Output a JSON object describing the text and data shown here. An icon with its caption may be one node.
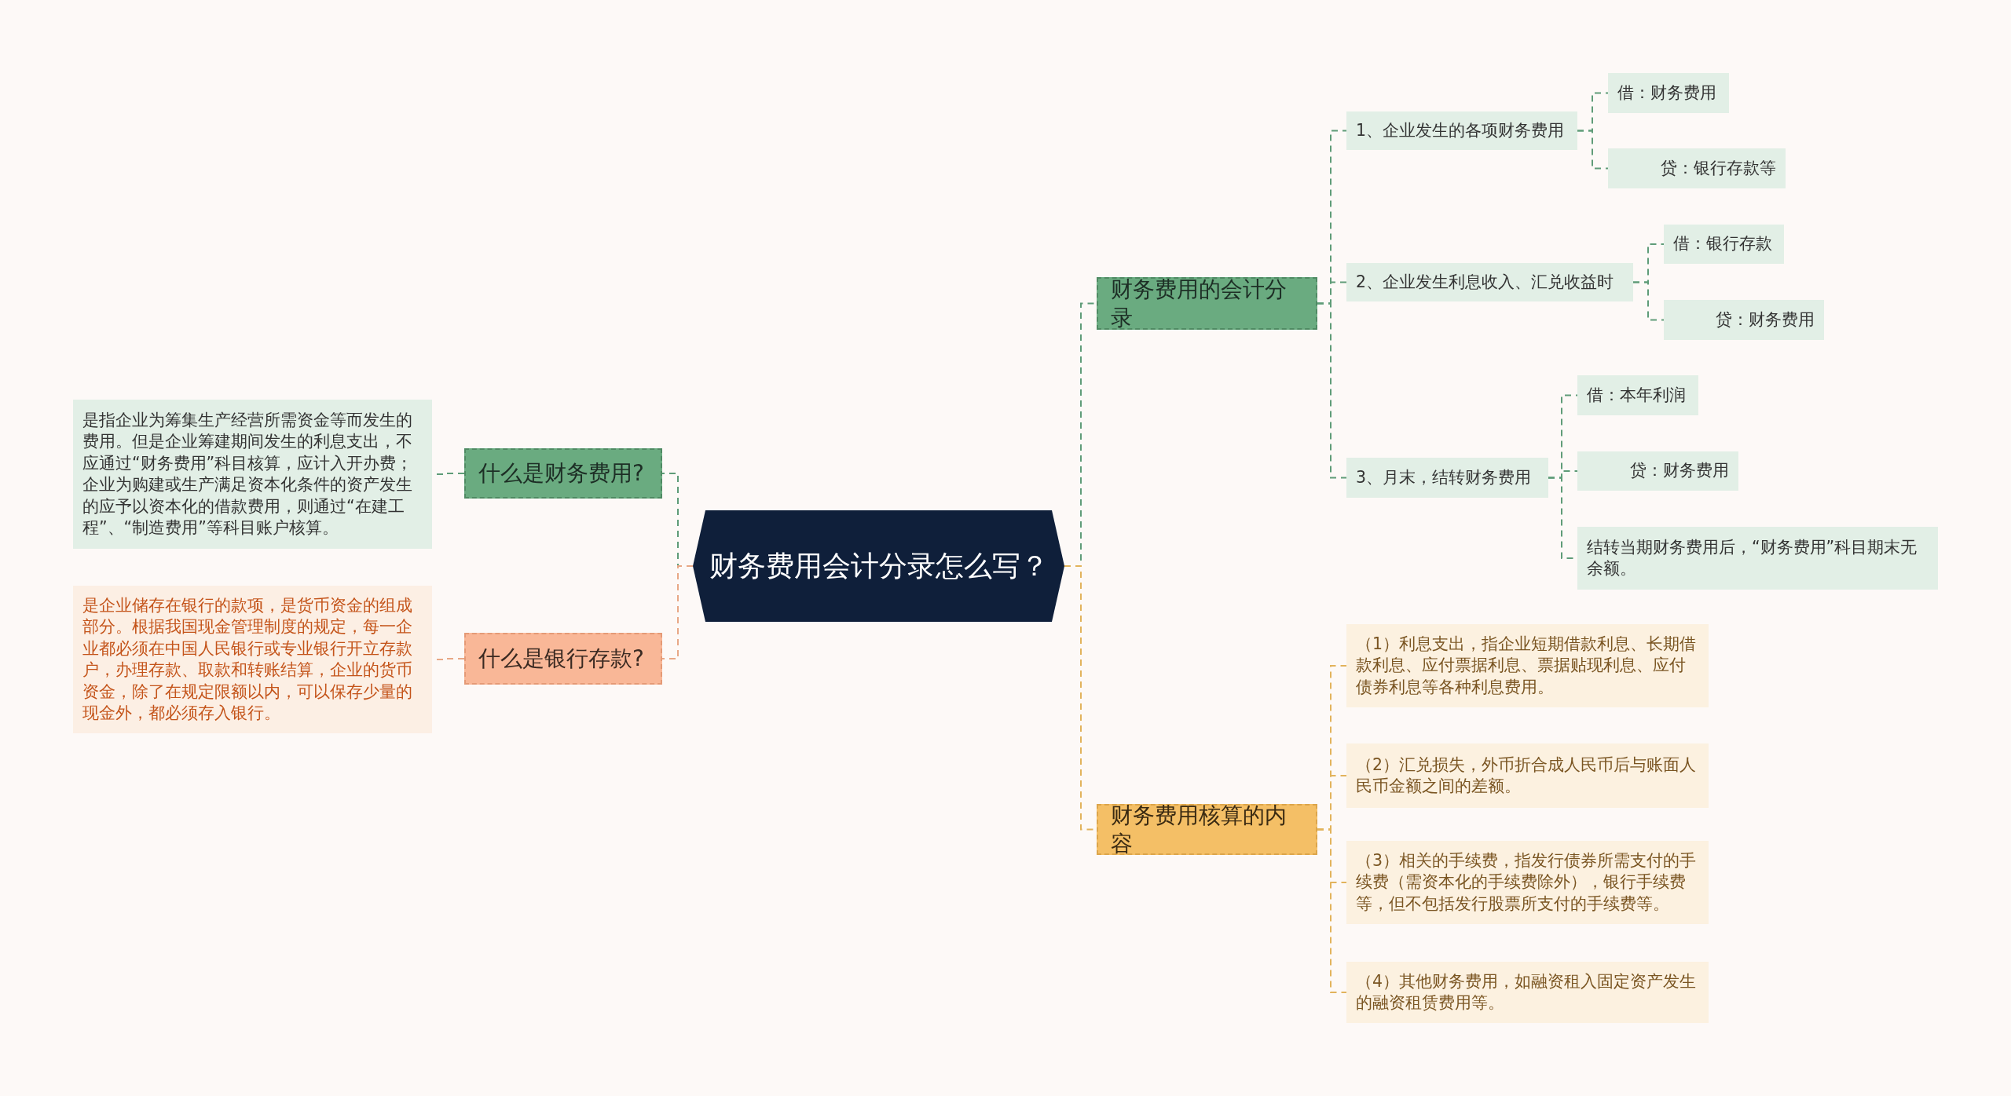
{
  "diagram": {
    "nodes": [
      {
        "text": [
          "财务费用会计分录怎么写？"
        ]
      },
      {
        "text": [
          "什么是财务费用?"
        ]
      },
      {
        "text": [
          "是指企业为筹集生产经营所需资金等而发生的费用。但是企业筹建期间发生的利息支出，不应通过“财务费用”科目核算，应计入开办费；企业为购建或生产满足资本化条件的资产发生的应予以资本化的借款费用，则通过“在建工程”、“制造费用”等科目账户核算。"
        ]
      },
      {
        "text": [
          "什么是银行存款?"
        ]
      },
      {
        "text": [
          "是企业储存在银行的款项，是货币资金的组成部分。根据我国现金管理制度的规定，每一企业都必须在中国人民银行或专业银行开立存款户，办理存款、取款和转账结算，企业的货币资金，除了在规定限额以内，可以保存少量的现金外，都必须存入银行。"
        ]
      },
      {
        "text": [
          "财务费用的会计分录"
        ]
      },
      {
        "text": [
          "1、企业发生的各项财务费用"
        ]
      },
      {
        "text": [
          "借：财务费用"
        ]
      },
      {
        "text": [
          "贷：银行存款等"
        ]
      },
      {
        "text": [
          "2、企业发生利息收入、汇兑收益时"
        ]
      },
      {
        "text": [
          "借：银行存款"
        ]
      },
      {
        "text": [
          "贷：财务费用"
        ]
      },
      {
        "text": [
          "3、月末，结转财务费用"
        ]
      },
      {
        "text": [
          "借：本年利润"
        ]
      },
      {
        "text": [
          "贷：财务费用"
        ]
      },
      {
        "text": [
          "结转当期财务费用后，“财务费用”科目期末无余额。"
        ]
      },
      {
        "text": [
          "财务费用核算的内容"
        ]
      },
      {
        "text": [
          "（1）利息支出，指企业短期借款利息、长期借款利息、应付票据利息、票据贴现利息、应付债券利息等各种利息费用。"
        ]
      },
      {
        "text": [
          "（2）汇兑损失，外币折合成人民币后与账面人民币金额之间的差额。"
        ]
      },
      {
        "text": [
          "（3）相关的手续费，指发行债券所需支付的手续费（需资本化的手续费除外），银行手续费等，但不包括发行股票所支付的手续费等。"
        ]
      },
      {
        "text": [
          "（4）其他财务费用，如融资租入固定资产发生的融资租赁费用等。"
        ]
      }
    ],
    "edges": [
      {
        "from": 0,
        "to": 1,
        "arrow": "none",
        "style": "dashed"
      },
      {
        "from": 1,
        "to": 2,
        "arrow": "none",
        "style": "dashed"
      },
      {
        "from": 0,
        "to": 3,
        "arrow": "none",
        "style": "dashed",
        "color": "#e8a886"
      },
      {
        "from": 3,
        "to": 4,
        "arrow": "none",
        "style": "dashed",
        "color": "#e8a886"
      },
      {
        "from": 0,
        "to": 5,
        "arrow": "none",
        "style": "dashed"
      },
      {
        "from": 5,
        "to": 6,
        "arrow": "none",
        "style": "dashed"
      },
      {
        "from": 6,
        "to": 7,
        "arrow": "none",
        "style": "dashed"
      },
      {
        "from": 6,
        "to": 8,
        "arrow": "none",
        "style": "dashed"
      },
      {
        "from": 5,
        "to": 9,
        "arrow": "none",
        "style": "dashed"
      },
      {
        "from": 9,
        "to": 10,
        "arrow": "none",
        "style": "dashed"
      },
      {
        "from": 9,
        "to": 11,
        "arrow": "none",
        "style": "dashed"
      },
      {
        "from": 5,
        "to": 12,
        "arrow": "none",
        "style": "dashed"
      },
      {
        "from": 12,
        "to": 13,
        "arrow": "none",
        "style": "dashed"
      },
      {
        "from": 12,
        "to": 14,
        "arrow": "none",
        "style": "dashed"
      },
      {
        "from": 12,
        "to": 15,
        "arrow": "none",
        "style": "dashed"
      },
      {
        "from": 0,
        "to": 16,
        "arrow": "none",
        "style": "dashed",
        "color": "#e2b35c"
      },
      {
        "from": 16,
        "to": 17,
        "arrow": "none",
        "style": "dashed",
        "color": "#e2b35c"
      },
      {
        "from": 16,
        "to": 18,
        "arrow": "none",
        "style": "dashed",
        "color": "#e2b35c"
      },
      {
        "from": 16,
        "to": 19,
        "arrow": "none",
        "style": "dashed",
        "color": "#e2b35c"
      },
      {
        "from": 16,
        "to": 20,
        "arrow": "none",
        "style": "dashed",
        "color": "#e2b35c"
      }
    ]
  }
}
